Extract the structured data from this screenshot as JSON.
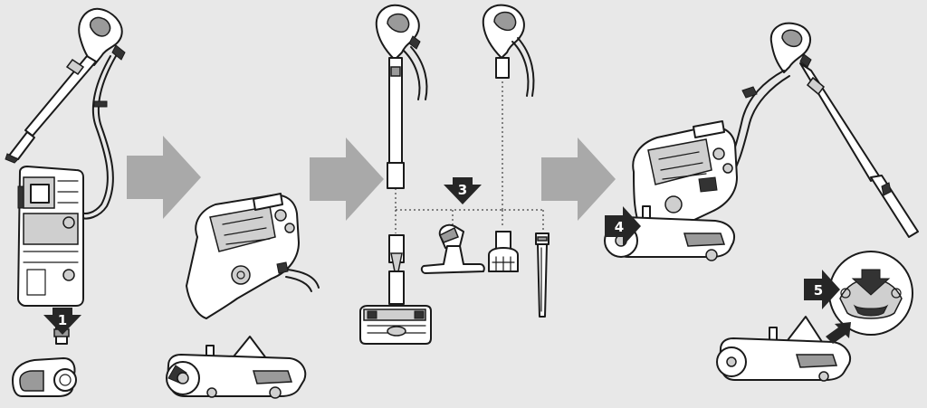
{
  "colors": {
    "background": "#e8e8e8",
    "line": "#1a1a1a",
    "arrow": "#a9a9a9",
    "badge": "#262626",
    "badge_text": "#ffffff"
  },
  "steps": [
    {
      "id": "step-1",
      "label": "1"
    },
    {
      "id": "step-3",
      "label": "3"
    },
    {
      "id": "step-4",
      "label": "4"
    },
    {
      "id": "step-5",
      "label": "5"
    }
  ],
  "attachments": [
    "floor-nozzle-icon",
    "upholstery-tool-icon",
    "dusting-brush-icon",
    "crevice-tool-icon"
  ]
}
